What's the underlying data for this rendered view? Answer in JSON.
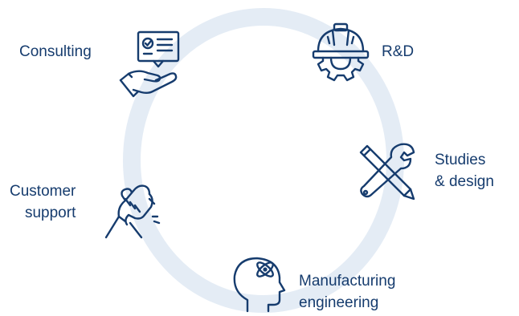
{
  "colors": {
    "ring": "#e4ecf5",
    "text": "#163c6e",
    "icon": "#163c6e",
    "background": "#ffffff"
  },
  "steps": {
    "consulting": {
      "lines": [
        "Consulting"
      ],
      "icon": "consulting-icon"
    },
    "rd": {
      "lines": [
        "R&D"
      ],
      "icon": "engineer-helmet-gear-icon"
    },
    "studies": {
      "lines": [
        "Studies",
        "& design"
      ],
      "icon": "wrench-pencil-icon"
    },
    "manufacturing": {
      "lines": [
        "Manufacturing",
        "engineering"
      ],
      "icon": "head-atom-icon"
    },
    "customer": {
      "lines": [
        "Customer",
        "support"
      ],
      "icon": "handshake-icon"
    }
  }
}
